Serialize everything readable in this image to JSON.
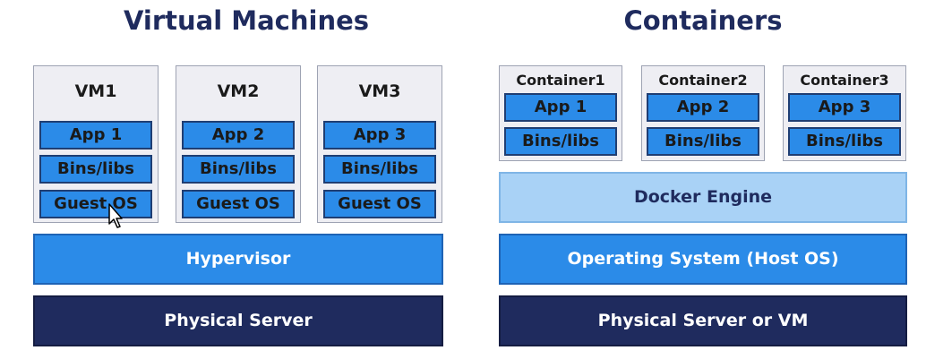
{
  "vm_side": {
    "title": "Virtual Machines",
    "vms": [
      {
        "label": "VM1",
        "app": "App 1",
        "bins": "Bins/libs",
        "os": "Guest OS"
      },
      {
        "label": "VM2",
        "app": "App 2",
        "bins": "Bins/libs",
        "os": "Guest OS"
      },
      {
        "label": "VM3",
        "app": "App 3",
        "bins": "Bins/libs",
        "os": "Guest OS"
      }
    ],
    "hypervisor": "Hypervisor",
    "physical": "Physical Server"
  },
  "container_side": {
    "title": "Containers",
    "containers": [
      {
        "label": "Container1",
        "app": "App 1",
        "bins": "Bins/libs"
      },
      {
        "label": "Container2",
        "app": "App 2",
        "bins": "Bins/libs"
      },
      {
        "label": "Container3",
        "app": "App 3",
        "bins": "Bins/libs"
      }
    ],
    "engine": "Docker Engine",
    "os": "Operating System (Host OS)",
    "physical": "Physical Server or VM"
  },
  "colors": {
    "title": "#1f2b5e",
    "blue": "#2b8be8",
    "light_blue": "#a9d2f6",
    "navy": "#1f2b5e",
    "box_bg": "#eeeef3"
  },
  "icons": [
    "mouse-cursor-icon"
  ]
}
